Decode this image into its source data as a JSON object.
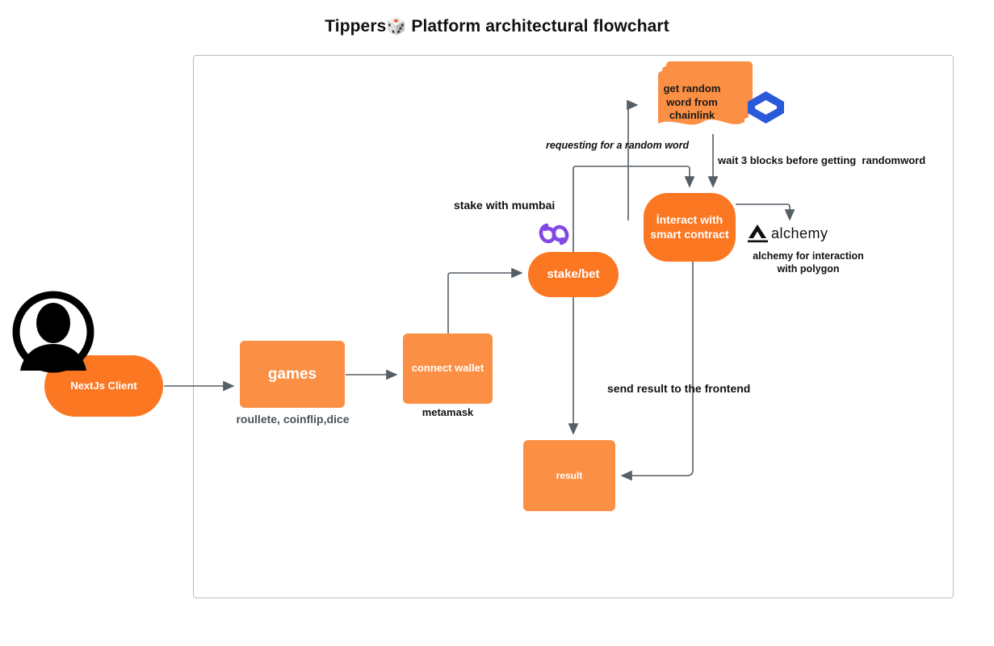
{
  "title": {
    "prefix": "Tippers",
    "dice": "🎲",
    "suffix": " Platform architectural flowchart",
    "full": "Tippers🎲 Platform architectural flowchart"
  },
  "colors": {
    "orange_dark": "#fb7722",
    "orange_light": "#fb8f44",
    "chainlink_blue": "#2a5ada",
    "polygon_purple": "#8247e5",
    "alchemy_black": "#0f0f0f",
    "frame_border": "#b9bcc4",
    "edge_gray": "#555f66",
    "caption_gray": "#4b5158"
  },
  "nodes": [
    {
      "id": "nextjs",
      "label": "NextJs Client",
      "shape": "rounded-pill",
      "fill": "#fb7722"
    },
    {
      "id": "games",
      "label": "games",
      "shape": "rectangle",
      "fill": "#fb8f44"
    },
    {
      "id": "connect",
      "label": "connect wallet",
      "shape": "rectangle",
      "fill": "#fb8f44"
    },
    {
      "id": "stake",
      "label": "stake/bet",
      "shape": "rounded-pill",
      "fill": "#fb7722"
    },
    {
      "id": "contract",
      "label": "İnteract with smart contract",
      "shape": "rounded-pill",
      "fill": "#fb7722"
    },
    {
      "id": "chainlink",
      "label": "get random word from chainlink",
      "shape": "stacked-document",
      "fill": "#fb8f44"
    },
    {
      "id": "result",
      "label": "result",
      "shape": "rectangle",
      "fill": "#fb8f44"
    }
  ],
  "node_labels": {
    "nextjs": "NextJs Client",
    "games": "games",
    "connect_wallet": "connect wallet",
    "stake_bet": "stake/bet",
    "interact_contract_line1": "İnteract with",
    "interact_contract_line2": "smart contract",
    "chainlink_line1": "get random",
    "chainlink_line2": "word from",
    "chainlink_line3": "chainlink",
    "result": "result"
  },
  "captions": {
    "games": "roullete, coinflip,dice",
    "connect_wallet": "metamask",
    "alchemy_line1": "alchemy for  interaction",
    "alchemy_line2": "with polygon"
  },
  "edge_labels": {
    "requesting_random_word": "requesting for a random word",
    "wait_blocks": "wait 3 blocks before getting  randomword",
    "stake_with_mumbai": "stake with mumbai",
    "send_result": "send result to the frontend"
  },
  "logos": [
    {
      "id": "chainlink",
      "name": "chainlink-logo",
      "alt": "chainlink hexagon",
      "color": "#2a5ada"
    },
    {
      "id": "polygon",
      "name": "polygon-logo",
      "alt": "polygon matic",
      "color": "#8247e5"
    },
    {
      "id": "alchemy",
      "name": "alchemy-logo",
      "alt": "alchemy",
      "color": "#0f0f0f",
      "wordmark": "alchemy"
    },
    {
      "id": "user",
      "name": "user-avatar-icon",
      "alt": "user avatar",
      "color": "#000000"
    }
  ]
}
